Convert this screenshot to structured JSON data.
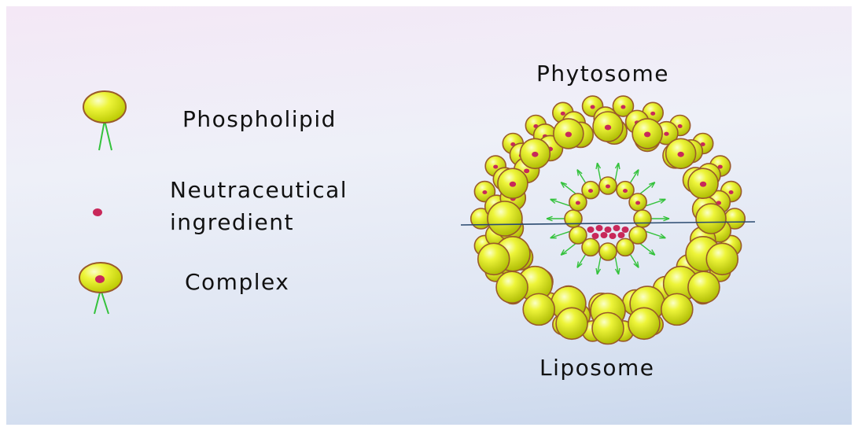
{
  "legend": {
    "phospholipid_label": "Phospholipid",
    "neutraceutical_label_line1": "Neutraceutical",
    "neutraceutical_label_line2": "ingredient",
    "complex_label": "Complex"
  },
  "diagram": {
    "top_label": "Phytosome",
    "bottom_label": "Liposome"
  },
  "colors": {
    "head_fill": "#e2ef00",
    "head_highlight": "#fbffc8",
    "head_outline": "#9a5a2a",
    "tail": "#34c23c",
    "ingredient": "#c8285a",
    "divider_line": "#2a4a70"
  },
  "icons": [
    "phospholipid-icon",
    "ingredient-dot-icon",
    "complex-icon",
    "phytosome-liposome-diagram"
  ]
}
